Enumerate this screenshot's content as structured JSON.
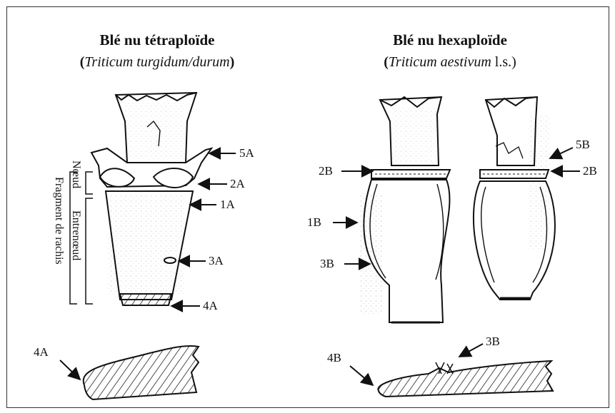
{
  "left_panel": {
    "title": "Blé nu tétraploïde",
    "subtitle_open": "(",
    "subtitle_species": "Triticum turgidum/durum",
    "subtitle_close": ")"
  },
  "right_panel": {
    "title": "Blé nu hexaploïde",
    "subtitle_open": "(",
    "subtitle_species": "Triticum aestivum",
    "subtitle_suffix": " l.s.)"
  },
  "bracket_labels": {
    "noeud": "Nœud",
    "entrenoeud": "Entrenœud",
    "fragment": "Fragment de rachis"
  },
  "callouts_left": [
    "5A",
    "2A",
    "1A",
    "3A",
    "4A",
    "4A"
  ],
  "callouts_right": [
    "2B",
    "5B",
    "2B",
    "1B",
    "3B",
    "4B",
    "3B"
  ],
  "colors": {
    "ink": "#111111",
    "frame": "#333333",
    "background": "#ffffff"
  }
}
